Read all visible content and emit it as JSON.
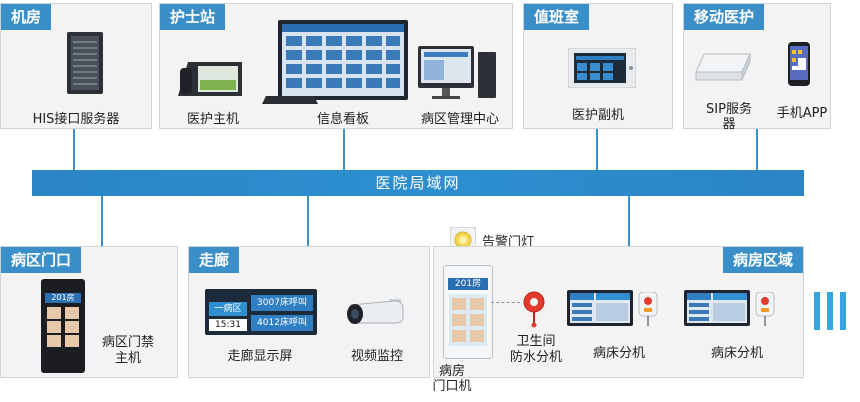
{
  "network": {
    "label": "医院局域网"
  },
  "panels": {
    "machine_room": {
      "title": "机房",
      "his_label": "HIS接口服务器"
    },
    "nurse_station": {
      "title": "护士站",
      "master_label": "医护主机",
      "board_label": "信息看板",
      "center_label": "病区管理中心"
    },
    "duty_room": {
      "title": "值班室",
      "sub_label": "医护副机"
    },
    "mobile": {
      "title": "移动医护",
      "sip_label": "SIP服务\n器",
      "app_label": "手机APP"
    },
    "ward_door": {
      "title": "病区门口",
      "access_label": "病区门禁\n主机",
      "room": "201房"
    },
    "corridor": {
      "title": "走廊",
      "display_label": "走廊显示屏",
      "video_label": "视频监控",
      "area": "一病区",
      "call1": "3007床呼叫",
      "call2": "4012床呼叫",
      "time": "15:31"
    },
    "ward_area": {
      "title": "病房区域",
      "door_label": "病房\n门口机",
      "door_room": "201房",
      "toilet_label": "卫生间\n防水分机",
      "bed1_label": "病床分机",
      "bed2_label": "病床分机"
    }
  },
  "alarm": {
    "label": "告警门灯"
  },
  "colors": {
    "accent": "#3b8fc9",
    "bus": "#2d8fd0",
    "stripe": "#35a6e0"
  }
}
